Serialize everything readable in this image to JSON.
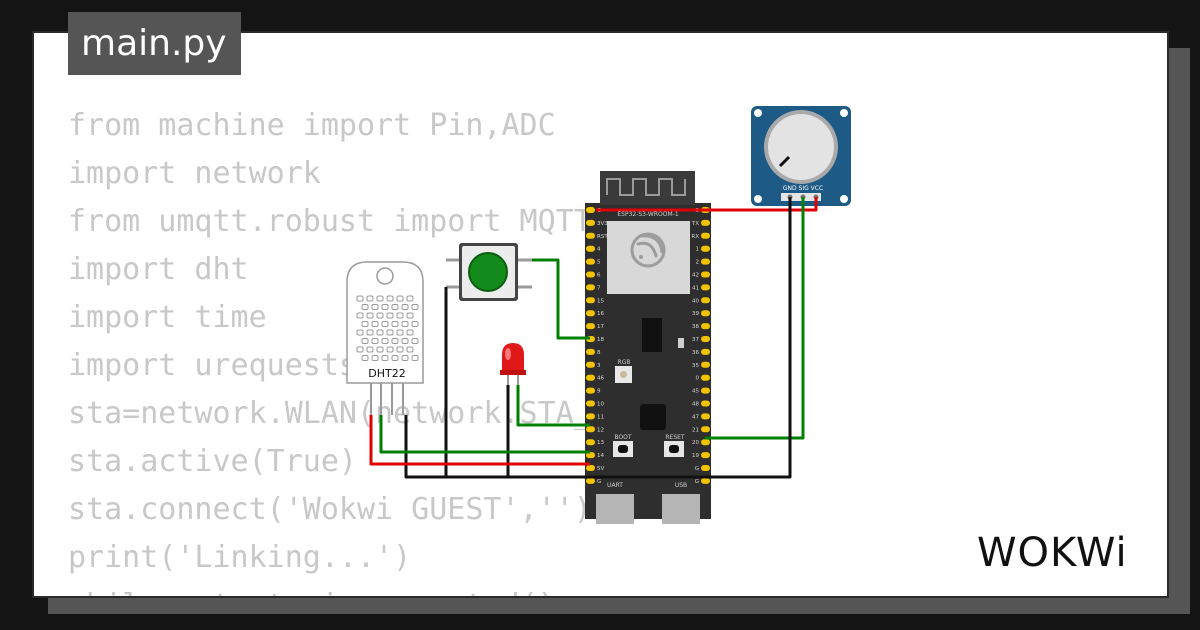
{
  "tab": {
    "filename": "main.py"
  },
  "code": {
    "lines": [
      "from machine import Pin,ADC",
      "import network",
      "from umqtt.robust import MQTTClient",
      "import dht",
      "import time",
      "import urequests",
      "sta=network.WLAN(network.STA_IF)",
      "sta.active(True)",
      "sta.connect('Wokwi GUEST','')",
      "print('Linking...')",
      "while not sta.isconnected():"
    ]
  },
  "board": {
    "module_label": "ESP32-S3-WROOM-1",
    "left_pins": [
      "G",
      "3V3",
      "RST",
      "4",
      "5",
      "6",
      "7",
      "15",
      "16",
      "17",
      "18",
      "8",
      "3",
      "46",
      "9",
      "10",
      "11",
      "12",
      "13",
      "14",
      "5V",
      "G"
    ],
    "right_pins": [
      "G",
      "TX",
      "RX",
      "1",
      "2",
      "42",
      "41",
      "40",
      "39",
      "38",
      "37",
      "36",
      "35",
      "0",
      "45",
      "48",
      "47",
      "21",
      "20",
      "19",
      "G",
      "G"
    ],
    "rgb_label": "RGB",
    "boot_label": "BOOT",
    "reset_label": "RESET",
    "uart_label": "UART",
    "usb_label": "USB"
  },
  "sensor": {
    "label": "DHT22"
  },
  "potentiometer": {
    "pin_labels": "GND SIG VCC"
  },
  "brand": {
    "logo_text": "WOKWi"
  },
  "colors": {
    "wire_red": "#e00000",
    "wire_green": "#008000",
    "wire_black": "#111111",
    "board": "#2e2e2e",
    "pin": "#f3c300",
    "pot_body": "#1d5a86",
    "button": "#138a1c",
    "led": "#e01818"
  }
}
